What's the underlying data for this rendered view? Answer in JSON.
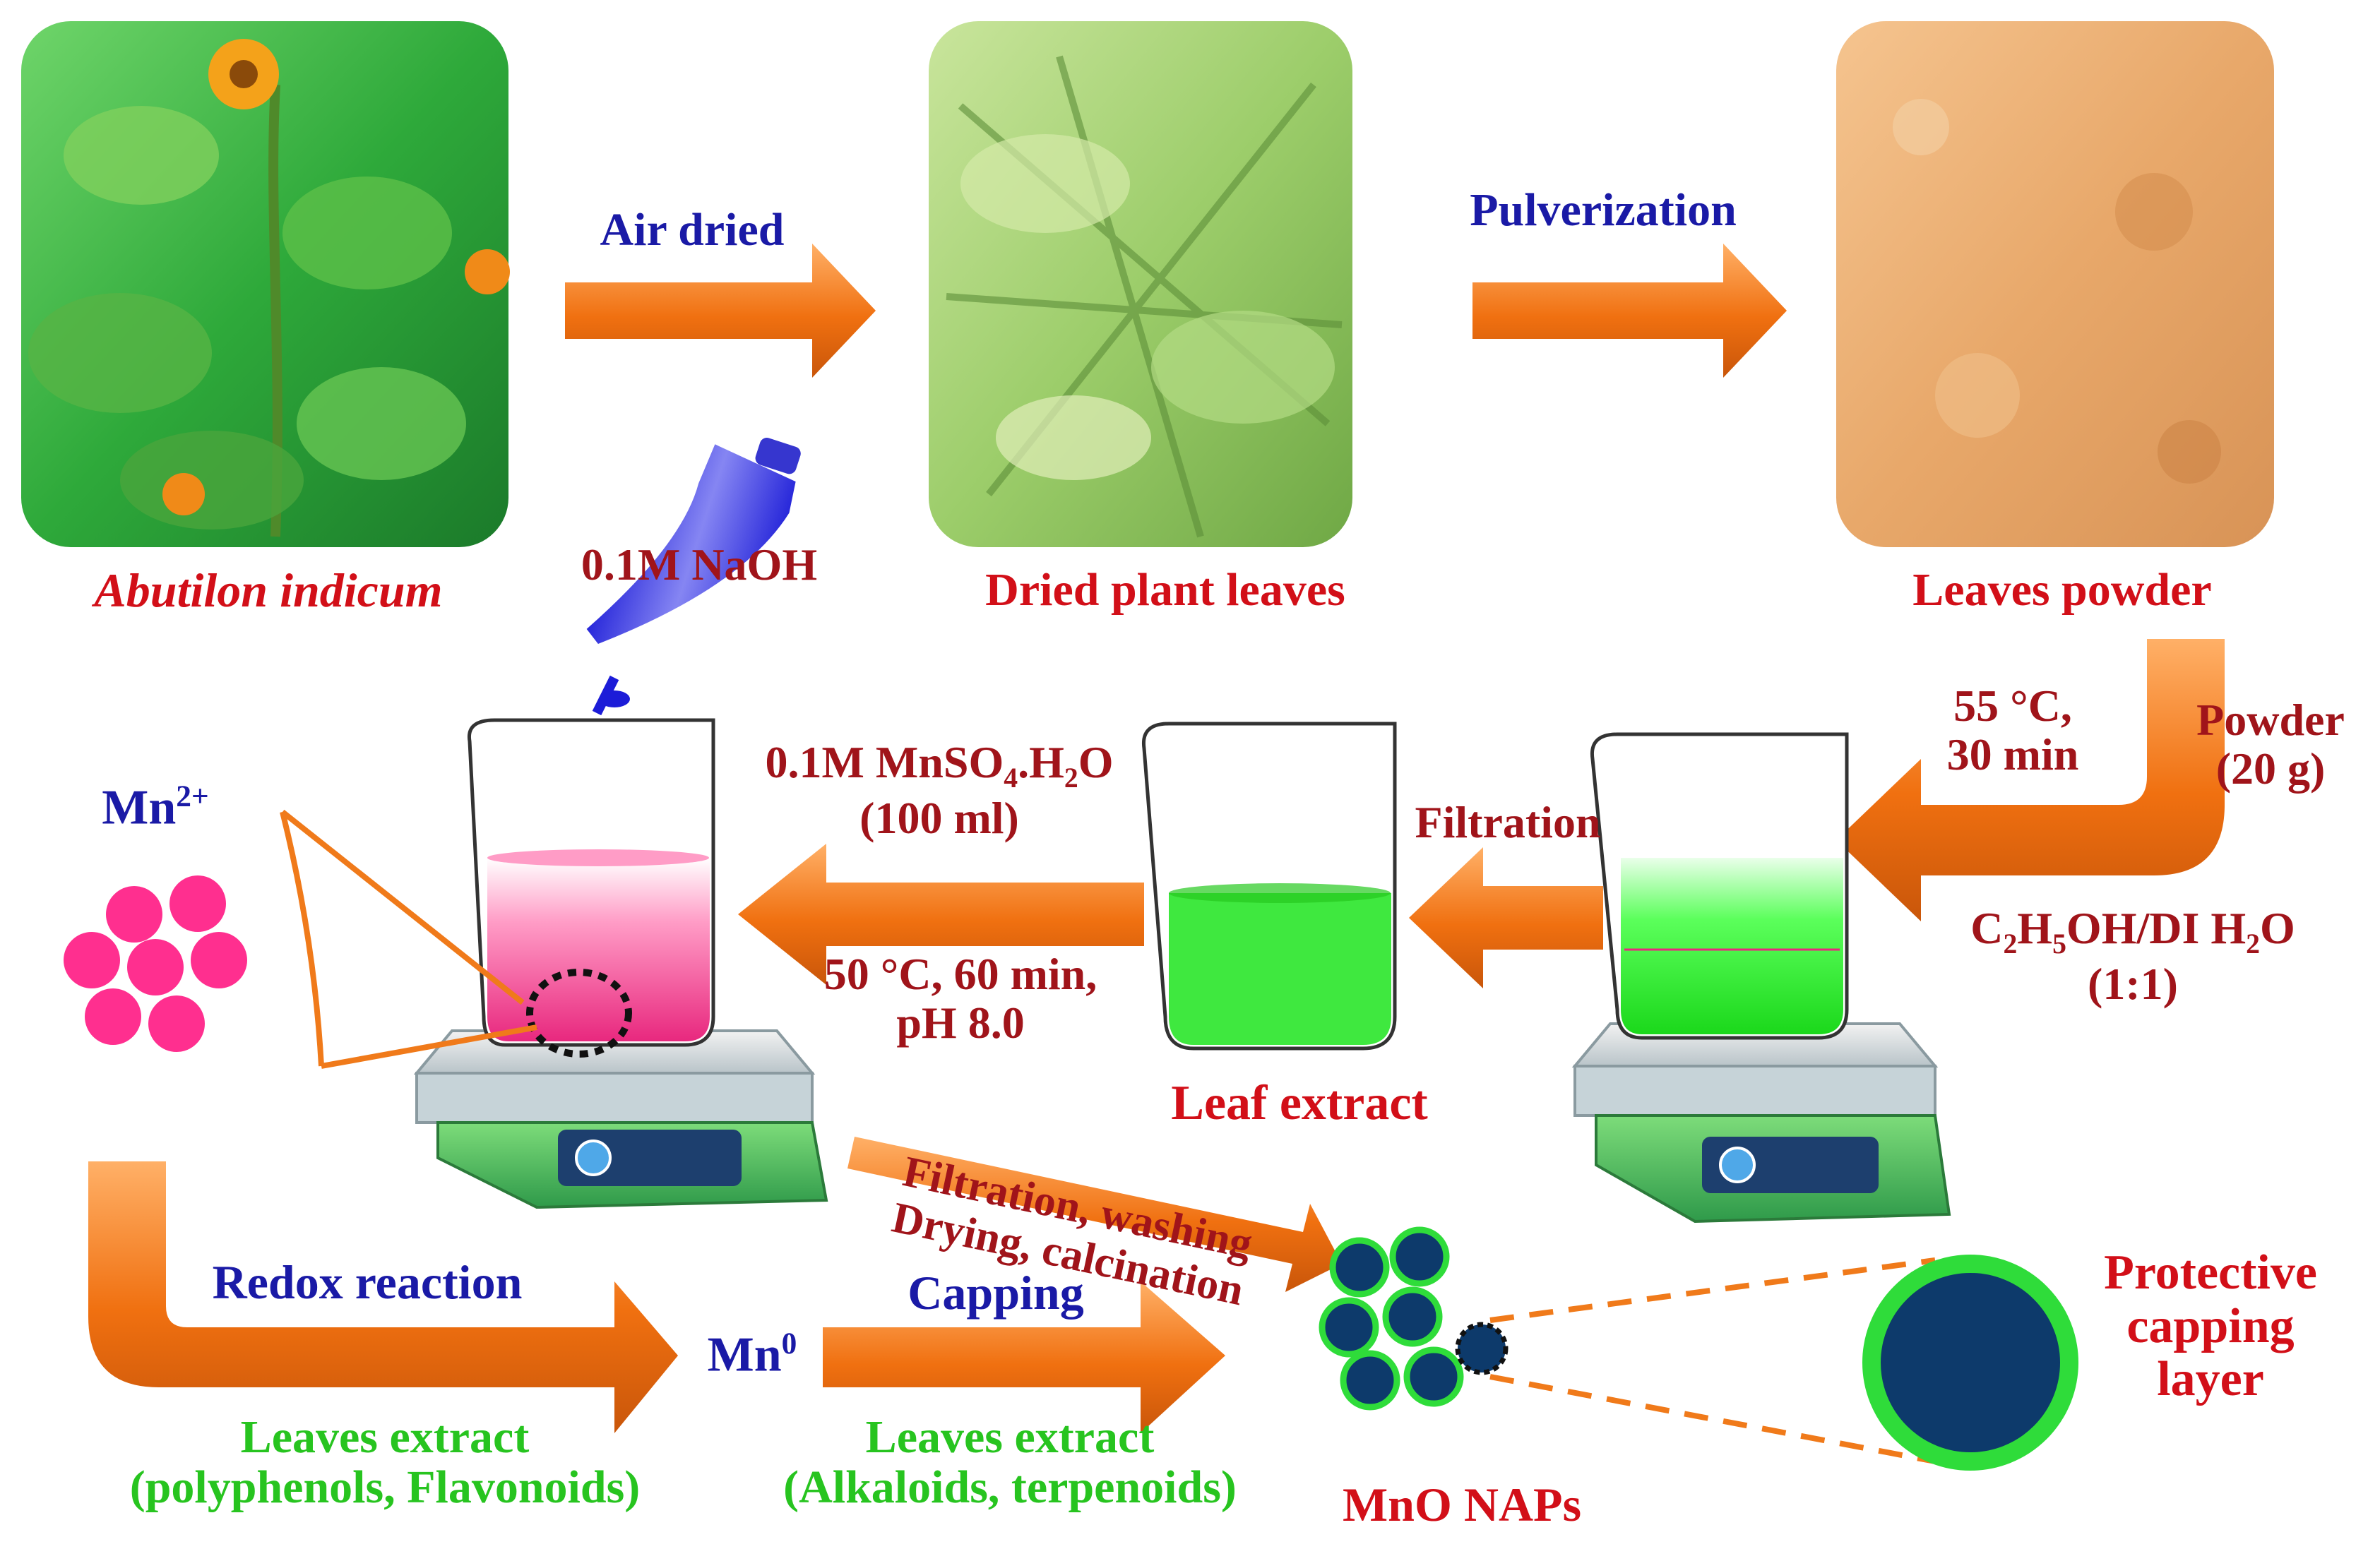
{
  "steps": {
    "plant_caption": "Abutilon indicum",
    "air_dried": "Air dried",
    "dried_caption": "Dried plant leaves",
    "pulverization": "Pulverization",
    "powder_caption": "Leaves powder",
    "naoh": "0.1M NaOH",
    "temp_time_1a": "55 °C,",
    "temp_time_1b": "30 min",
    "powder_amount_a": "Powder",
    "powder_amount_b": "(20 g)",
    "solvent_a_pre": "C",
    "solvent_a_s1": "2",
    "solvent_a_mid": "H",
    "solvent_a_s2": "5",
    "solvent_a_post": "OH/DI H",
    "solvent_a_s3": "2",
    "solvent_a_end": "O",
    "solvent_b": "(1:1)",
    "filtration": "Filtration",
    "leaf_extract": "Leaf extract",
    "mnso4_pre": "0.1M MnSO",
    "mnso4_sub": "4",
    "mnso4_post": ".H",
    "mnso4_sub2": "2",
    "mnso4_end": "O",
    "mnso4_vol": "(100 ml)",
    "cond_a": "50 °C, 60 min,",
    "cond_b": "pH 8.0",
    "mn2_base": "Mn",
    "mn2_sup": "2+",
    "filt_wash": "Filtration, washing",
    "dry_calc": "Drying, calcination",
    "redox": "Redox reaction",
    "extract1_a": "Leaves extract",
    "extract1_b": "(polyphenols, Flavonoids)",
    "mn0_base": "Mn",
    "mn0_sup": "0",
    "capping": "Capping",
    "extract2_a": "Leaves extract",
    "extract2_b": "(Alkaloids, terpenoids)",
    "product": "MnO NAPs",
    "layer_a": "Protective",
    "layer_b": "capping",
    "layer_c": "layer"
  },
  "colors": {
    "arrow": "#f07a1a",
    "red_text": "#d20f18",
    "navy_text": "#1a1aa6",
    "green_text": "#27c41f",
    "mn_ion": "#ff2f8f",
    "nap_core": "#0d3a6b",
    "nap_shell": "#2fdc3a",
    "extract_green": "#3ff23f",
    "solution_pink": "#ff4fa0"
  }
}
